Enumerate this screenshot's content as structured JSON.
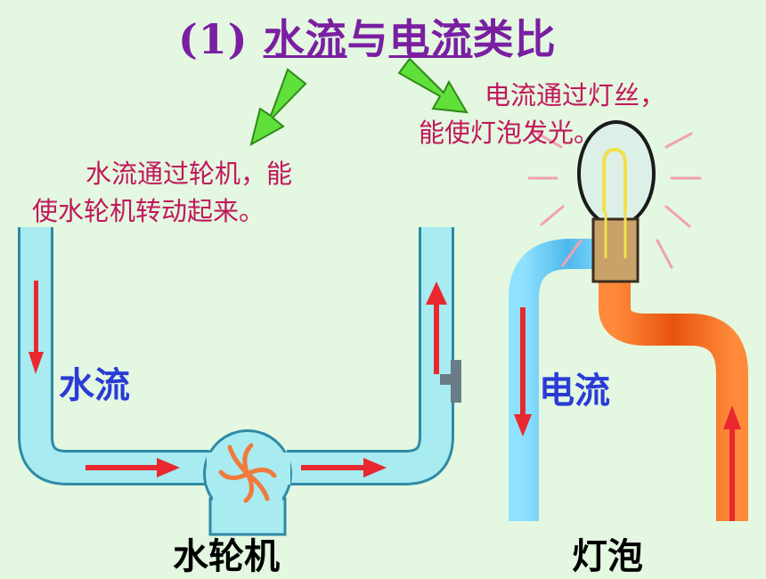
{
  "title": {
    "prefix": "(1)",
    "water_flow": "水流",
    "connector": "与",
    "electric_current": "电流",
    "suffix": "类比"
  },
  "notes": {
    "water_line1": "水流通过轮机，能",
    "water_line2": "使水轮机转动起来。",
    "current_line1": "电流通过灯丝，",
    "current_line2": "能使灯泡发光。"
  },
  "labels": {
    "water_flow": "水流",
    "electric_current": "电流",
    "water_wheel": "水轮机",
    "light_bulb": "灯泡"
  },
  "colors": {
    "background": "#e3f7e1",
    "title": "#7a1fa2",
    "note_text": "#c2185b",
    "flow_label": "#2a3bd6",
    "water_pipe": "#a8ebf0",
    "pipe_outline": "#2f8aa6",
    "flow_arrow": "#e8282e",
    "pointer_arrow": "#5fe03a",
    "orange_wire": "#f26418",
    "blue_wire": "#5ec8ee",
    "bulb_base": "#c9a26a",
    "glow_rays": "#f2a0b4"
  }
}
